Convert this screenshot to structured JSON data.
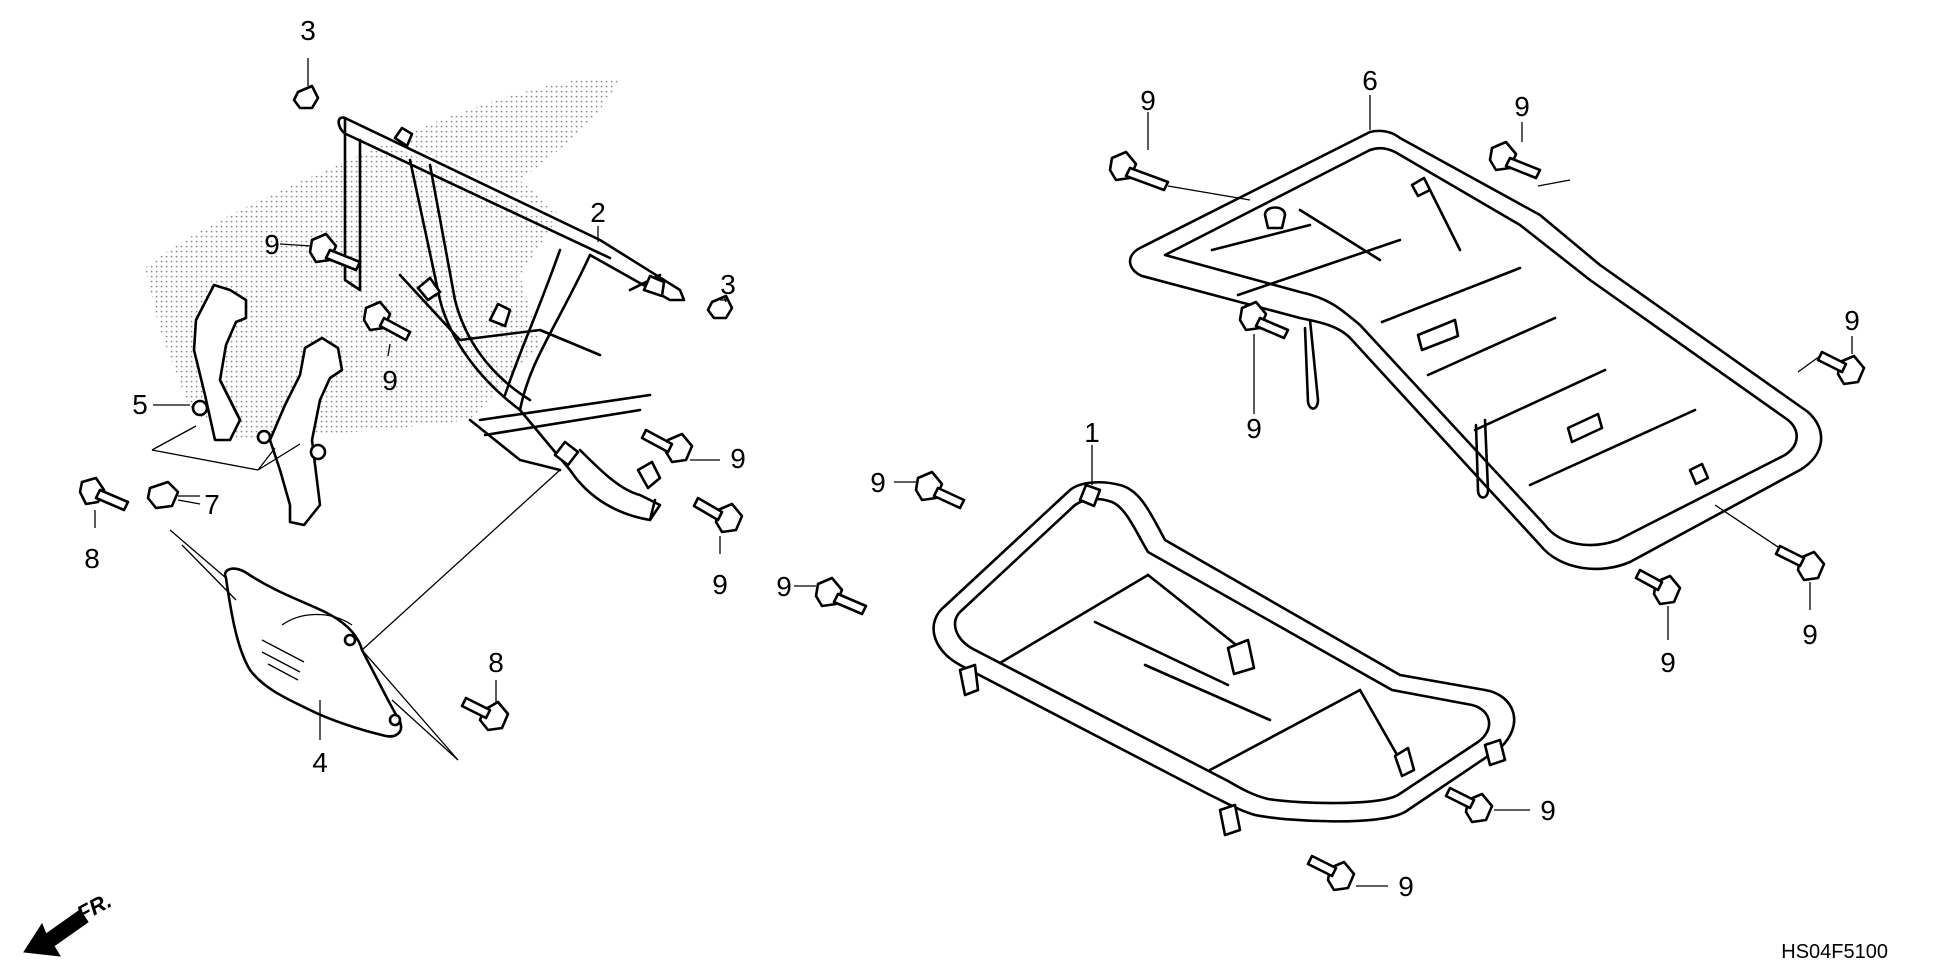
{
  "diagram": {
    "code": "HS04F5100",
    "direction_label": "FR.",
    "callouts": [
      "1",
      "2",
      "3",
      "3",
      "4",
      "5",
      "6",
      "7",
      "8",
      "8",
      "9",
      "9",
      "9",
      "9",
      "9",
      "9",
      "9",
      "9",
      "9",
      "9",
      "9",
      "9",
      "9",
      "9"
    ]
  },
  "colors": {
    "line": "#000000",
    "background": "#ffffff",
    "shade": "#9a9a9a"
  },
  "icons": {
    "direction": "front-direction-arrow-icon"
  }
}
